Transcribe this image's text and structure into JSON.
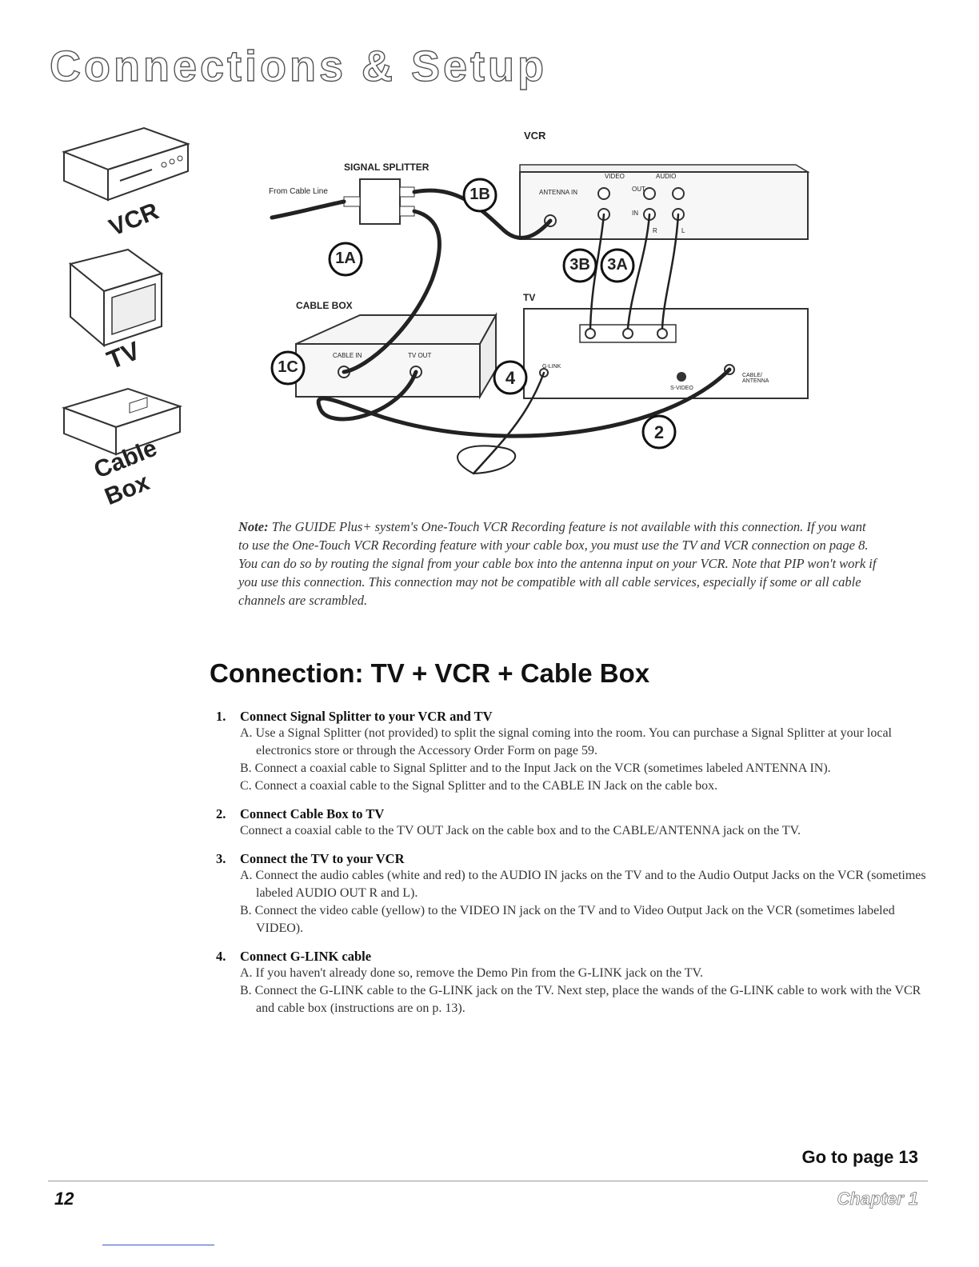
{
  "header": {
    "title": "Connections & Setup"
  },
  "sidebar": {
    "vcr_label": "VCR",
    "tv_label": "TV",
    "cable_box_label": "Cable Box"
  },
  "diagram": {
    "vcr_title": "VCR",
    "signal_splitter": "SIGNAL SPLITTER",
    "from_cable_line": "From Cable Line",
    "cable_box": "CABLE BOX",
    "tv_title": "TV",
    "cable_in": "CABLE IN",
    "tv_out": "TV OUT",
    "antenna_in": "ANTENNA IN",
    "video": "VIDEO",
    "audio": "AUDIO",
    "out": "OUT",
    "in": "IN",
    "r": "R",
    "l": "L",
    "g_link": "G-LINK",
    "s_video": "S-VIDEO",
    "cable_antenna": "CABLE/ ANTENNA",
    "callouts": {
      "c1a": "1A",
      "c1b": "1B",
      "c1c": "1C",
      "c2": "2",
      "c3a": "3A",
      "c3b": "3B",
      "c4": "4"
    }
  },
  "note": {
    "lead": "Note:",
    "text": "The GUIDE Plus+ system's One-Touch VCR Recording feature is not available with this connection. If you want to use the One-Touch VCR Recording feature with your cable box, you must use the TV and VCR connection on page 8. You can do so by routing the signal from your cable box into the antenna input on your VCR. Note that PIP won't work if you use this connection. This connection may not be compatible with all cable services, especially if some or all cable channels are scrambled."
  },
  "section": {
    "heading": "Connection: TV + VCR + Cable Box"
  },
  "steps": [
    {
      "num": "1.",
      "title": "Connect Signal Splitter to your VCR and TV",
      "items": [
        "A. Use a Signal Splitter (not provided) to split the signal coming into the room. You can purchase a Signal Splitter at your local electronics store or through the Accessory Order Form on page 59.",
        "B. Connect a coaxial cable to Signal Splitter and to the Input Jack on the VCR (sometimes labeled ANTENNA IN).",
        "C. Connect a coaxial cable to the Signal Splitter and to the CABLE IN Jack on the cable box."
      ]
    },
    {
      "num": "2.",
      "title": "Connect Cable Box to TV",
      "text": "Connect a coaxial cable to the TV OUT Jack on the cable box and to the CABLE/ANTENNA jack on the TV."
    },
    {
      "num": "3.",
      "title": "Connect the TV to your VCR",
      "items": [
        "A. Connect the audio cables (white and red) to the AUDIO IN jacks on the TV and to the Audio Output Jacks on the VCR (sometimes labeled AUDIO OUT R and L).",
        "B. Connect the video cable (yellow) to the VIDEO IN jack on the TV and to Video Output Jack on the VCR (sometimes labeled VIDEO)."
      ]
    },
    {
      "num": "4.",
      "title": "Connect G-LINK cable",
      "items": [
        "A. If you haven't already done so, remove the Demo Pin from the G-LINK jack on the TV.",
        "B. Connect the G-LINK cable to the G-LINK jack on the TV. Next step, place the wands of the G-LINK cable to work with the VCR and cable box (instructions are on p. 13)."
      ]
    }
  ],
  "footer": {
    "goto": "Go to page 13",
    "page_number": "12",
    "chapter": "Chapter 1"
  }
}
